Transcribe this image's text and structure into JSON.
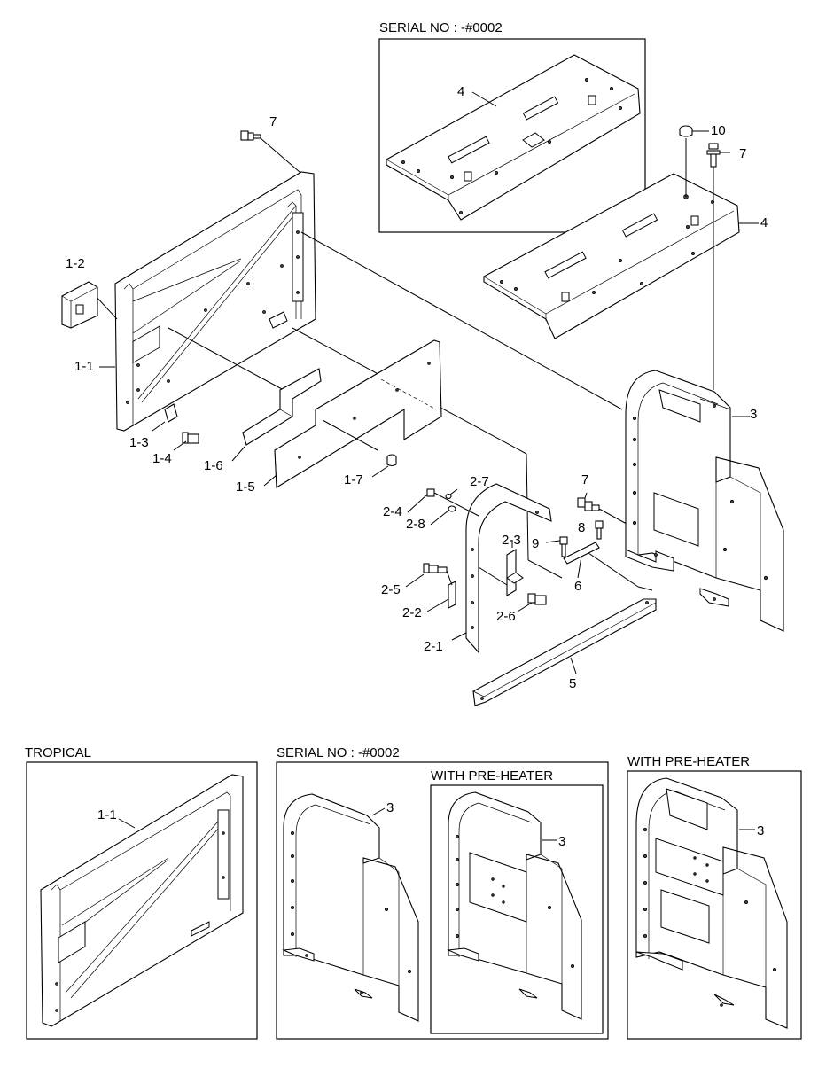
{
  "panels": {
    "serial_top": "SERIAL NO : -#0002",
    "tropical": "TROPICAL",
    "serial_bottom": "SERIAL NO : -#0002",
    "preheater_inner": "WITH PRE-HEATER",
    "preheater_right": "WITH PRE-HEATER"
  },
  "callouts": {
    "c7a": "7",
    "c4a": "4",
    "c10": "10",
    "c7b": "7",
    "c4b": "4",
    "c1_2": "1-2",
    "c1_1": "1-1",
    "c1_3": "1-3",
    "c1_4": "1-4",
    "c1_6": "1-6",
    "c1_5": "1-5",
    "c1_7": "1-7",
    "c3": "3",
    "c2_7": "2-7",
    "c2_4": "2-4",
    "c2_8": "2-8",
    "c7c": "7",
    "c8": "8",
    "c9": "9",
    "c2_3": "2-3",
    "c6": "6",
    "c2_5": "2-5",
    "c2_2": "2-2",
    "c2_6": "2-6",
    "c2_1": "2-1",
    "c5": "5",
    "c1_1b": "1-1",
    "c3b": "3",
    "c3c": "3",
    "c3d": "3"
  }
}
